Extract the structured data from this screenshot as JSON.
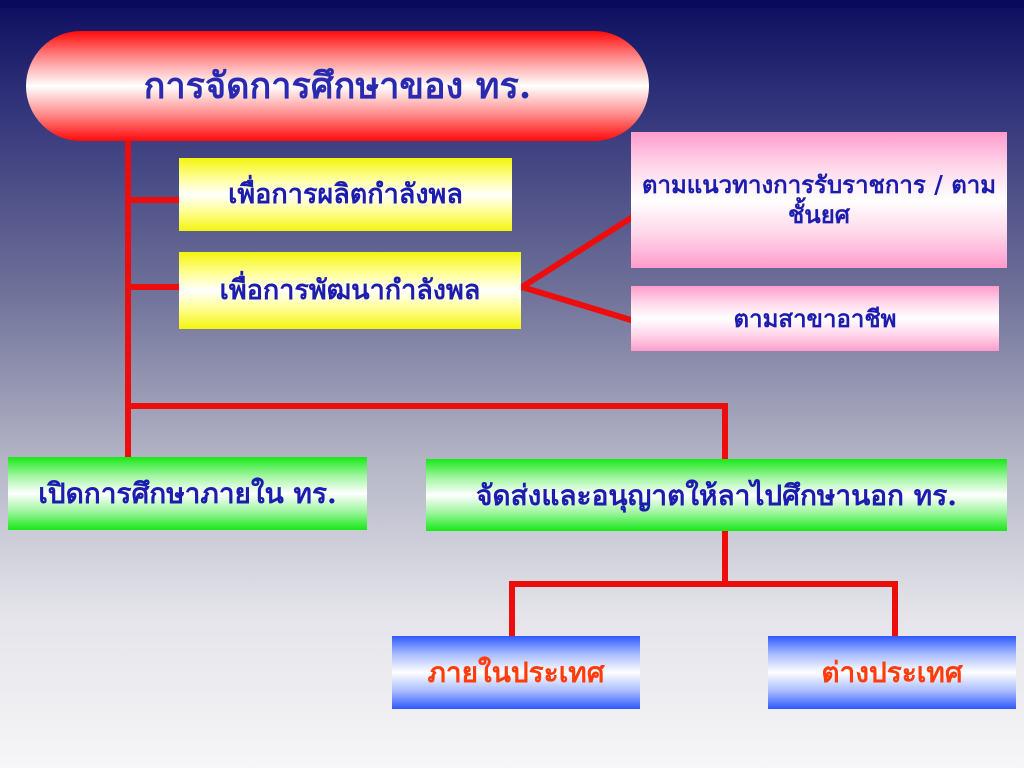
{
  "title": "การจัดการศึกษาของ ทร.",
  "nodes": {
    "produce_force": "เพื่อการผลิตกำลังพล",
    "develop_force": "เพื่อการพัฒนากำลังพล",
    "career_path": "ตามแนวทางการรับราชการ / ตามชั้นยศ",
    "professional_field": "ตามสาขาอาชีพ",
    "internal_education": "เปิดการศึกษาภายใน ทร.",
    "external_education": "จัดส่งและอนุญาตให้ลาไปศึกษานอก ทร.",
    "domestic": "ภายในประเทศ",
    "abroad": "ต่างประเทศ"
  },
  "colors": {
    "connector": "#ee0d0d",
    "title_text": "#2a2ab0",
    "box_text": "#1c1cae",
    "blue_box_text": "#ff3c0a"
  }
}
